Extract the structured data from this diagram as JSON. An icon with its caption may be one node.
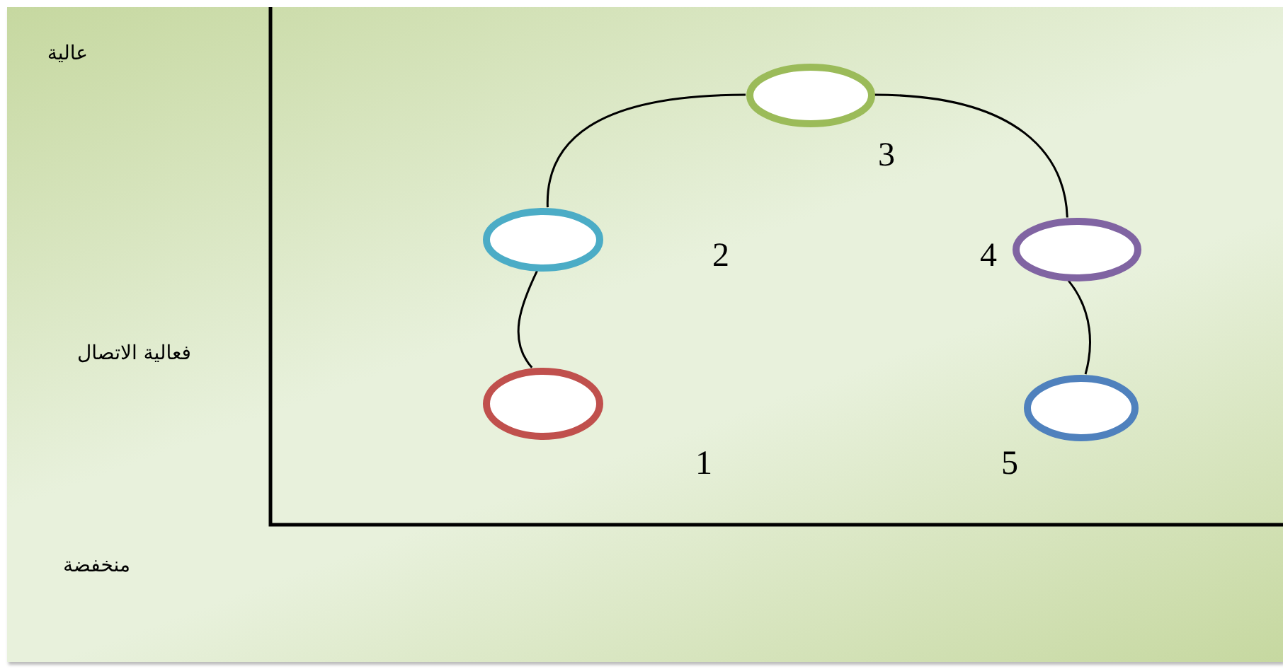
{
  "diagram": {
    "nodes": [
      {
        "text": [],
        "shape": "circle"
      },
      {
        "text": [],
        "shape": "circle"
      },
      {
        "text": [],
        "shape": "circle"
      },
      {
        "text": [],
        "shape": "circle"
      },
      {
        "text": [],
        "shape": "circle"
      }
    ],
    "edges": [
      {
        "from": 0,
        "to": 1,
        "arrow": "none"
      },
      {
        "from": 1,
        "to": 2,
        "arrow": "none"
      },
      {
        "from": 2,
        "to": 3,
        "arrow": "none"
      },
      {
        "from": 3,
        "to": 4,
        "arrow": "none"
      }
    ],
    "labels": [
      "عالية",
      "3",
      "2",
      "4",
      "فعالية الاتصال",
      "1",
      "5",
      "منخفضة"
    ]
  }
}
